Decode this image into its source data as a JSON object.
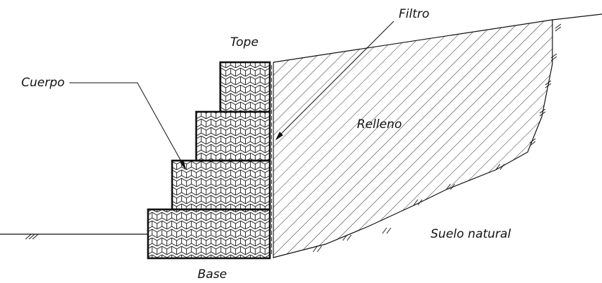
{
  "labels": {
    "top": "Tope",
    "body": "Cuerpo",
    "base": "Base",
    "filter": "Filtro",
    "fill": "Relleno",
    "natural_soil": "Suelo natural"
  },
  "colors": {
    "line": "#111111",
    "background": "#ffffff"
  }
}
